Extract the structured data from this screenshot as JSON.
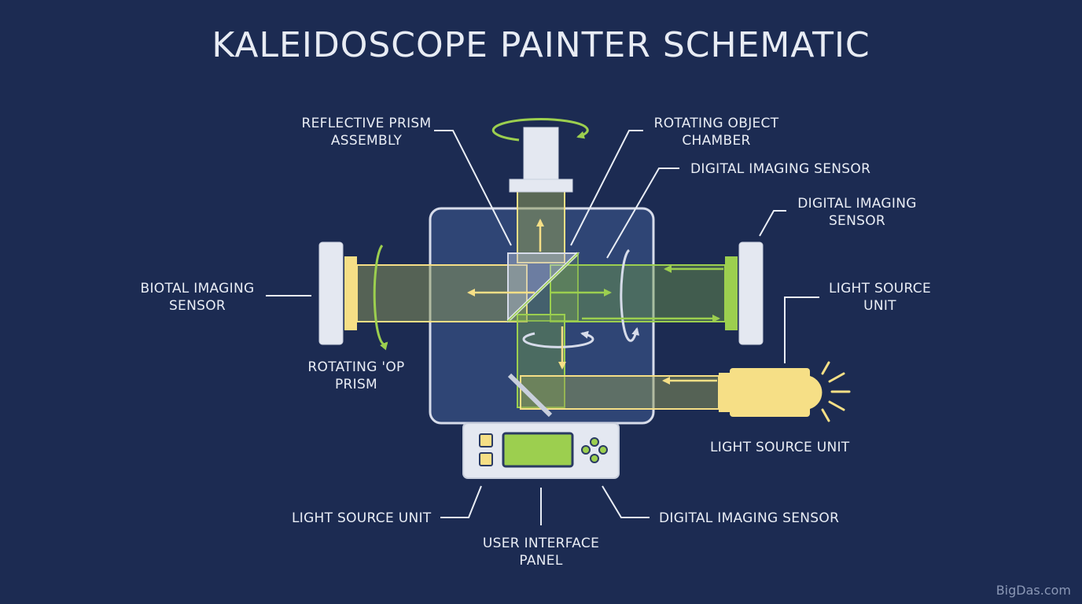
{
  "title": "KALEIDOSCOPE PAINTER SCHEMATIC",
  "labels": {
    "reflective_prism": "REFLECTIVE PRISM\nASSEMBLY",
    "rotating_chamber": "ROTATING OBJECT\nCHAMBER",
    "digital_sensor_top": "DIGITAL IMAGING SENSOR",
    "digital_sensor_right": "DIGITAL IMAGING\nSENSOR",
    "biotal_sensor": "BIOTAL IMAGING\nSENSOR",
    "light_source_right": "LIGHT SOURCE\nUNIT",
    "rotating_op_prism": "ROTATING 'OP\nPRISM",
    "light_source_bottom_right": "LIGHT SOURCE UNIT",
    "light_source_bottom_left": "LIGHT SOURCE UNIT",
    "user_interface": "USER INTERFACE\nPANEL",
    "digital_sensor_bottom": "DIGITAL IMAGING SENSOR"
  },
  "colors": {
    "background": "#1c2b52",
    "housing": "#2f4575",
    "outline": "#d7dcea",
    "yellow": "#f6df86",
    "green": "#9ccf4f"
  },
  "watermark": "BigDas.com"
}
